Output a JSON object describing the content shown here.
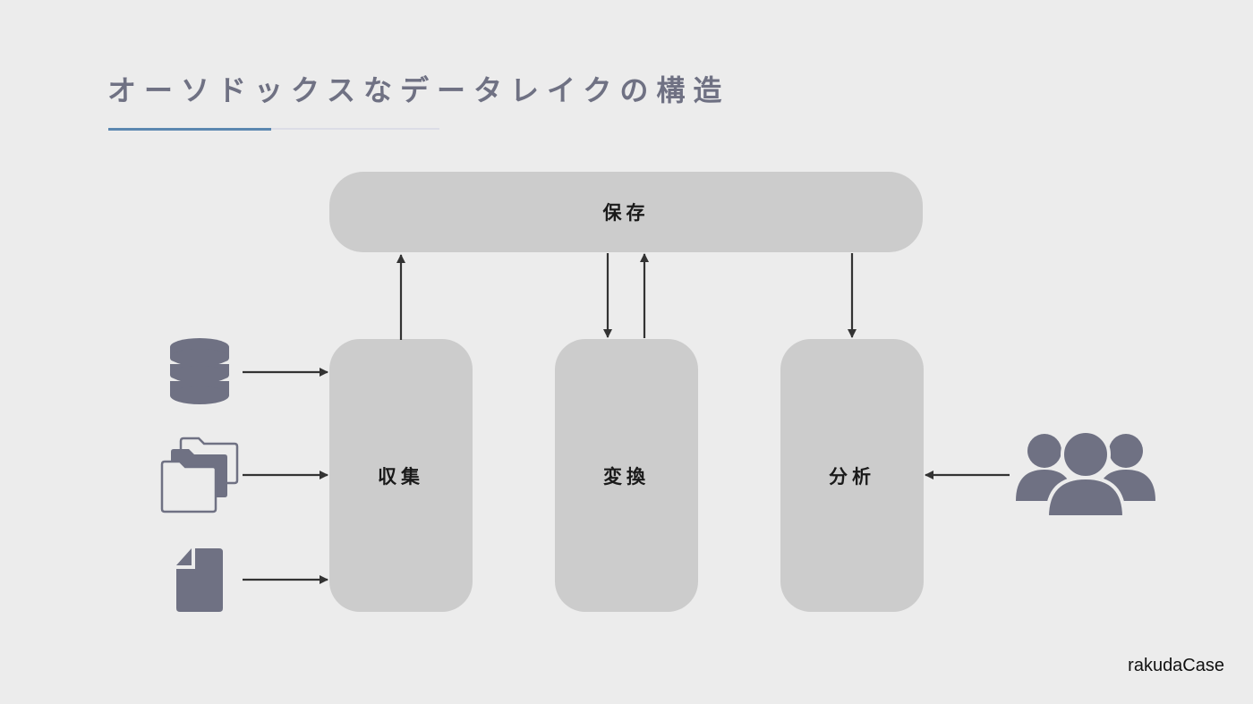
{
  "title": "オーソドックスなデータレイクの構造",
  "nodes": {
    "storage": "保存",
    "collect": "収集",
    "transform": "変換",
    "analyze": "分析"
  },
  "sources": [
    "database-icon",
    "folders-icon",
    "file-icon"
  ],
  "consumers": [
    "users-group-icon"
  ],
  "colors": {
    "background": "#ececec",
    "box": "#cccccc",
    "icon": "#6f7183",
    "accent": "#5b87b0",
    "arrow": "#333333"
  },
  "watermark": "rakudaCase"
}
